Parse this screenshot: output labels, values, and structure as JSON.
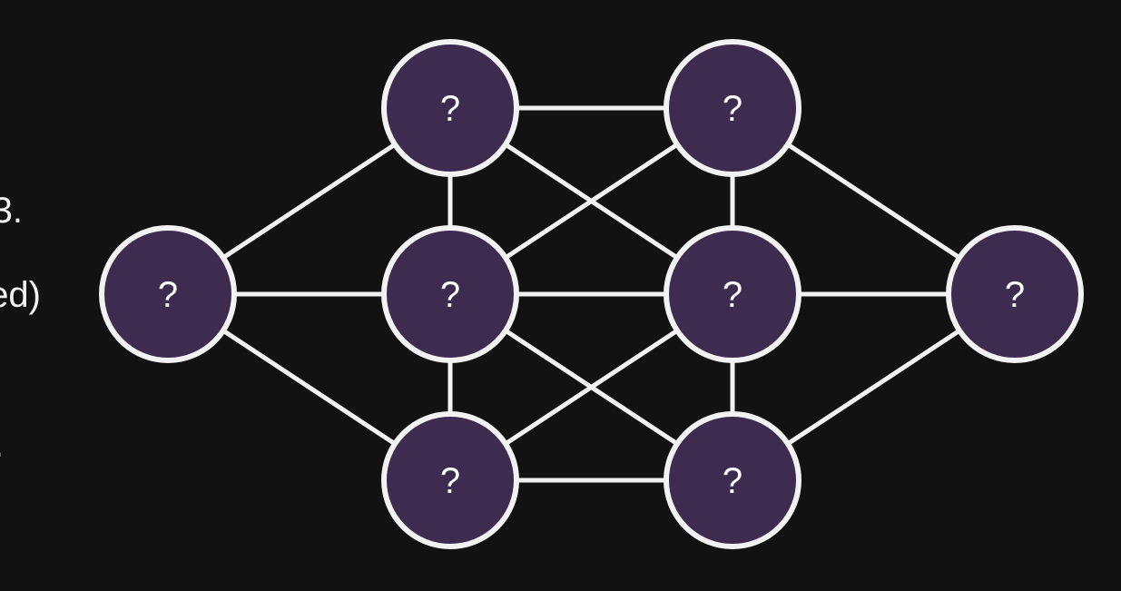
{
  "side_text": [
    "3.",
    "ed)",
    "."
  ],
  "colors": {
    "background": "#121212",
    "node_fill": "#3d2b50",
    "node_stroke": "#f2f2f2",
    "edge": "#f2f2f2"
  },
  "nodes": [
    {
      "id": "n0",
      "label": "?"
    },
    {
      "id": "n1",
      "label": "?"
    },
    {
      "id": "n2",
      "label": "?"
    },
    {
      "id": "n3",
      "label": "?"
    },
    {
      "id": "n4",
      "label": "?"
    },
    {
      "id": "n5",
      "label": "?"
    },
    {
      "id": "n6",
      "label": "?"
    },
    {
      "id": "n7",
      "label": "?"
    }
  ],
  "edges": [
    [
      "n0",
      "n1"
    ],
    [
      "n0",
      "n2"
    ],
    [
      "n0",
      "n3"
    ],
    [
      "n1",
      "n2"
    ],
    [
      "n2",
      "n3"
    ],
    [
      "n1",
      "n4"
    ],
    [
      "n1",
      "n5"
    ],
    [
      "n2",
      "n4"
    ],
    [
      "n2",
      "n5"
    ],
    [
      "n2",
      "n6"
    ],
    [
      "n3",
      "n5"
    ],
    [
      "n3",
      "n6"
    ],
    [
      "n4",
      "n5"
    ],
    [
      "n5",
      "n6"
    ],
    [
      "n4",
      "n7"
    ],
    [
      "n5",
      "n7"
    ],
    [
      "n6",
      "n7"
    ]
  ]
}
